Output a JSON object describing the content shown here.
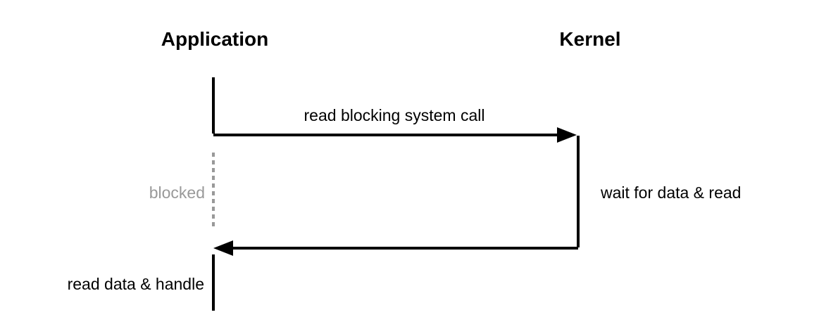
{
  "actors": {
    "application": "Application",
    "kernel": "Kernel"
  },
  "messages": {
    "request": "read blocking system call"
  },
  "states": {
    "blocked": "blocked",
    "kernel_work": "wait for data & read",
    "app_handle": "read data & handle"
  },
  "colors": {
    "line": "#000000",
    "blocked": "#999999",
    "text": "#000000"
  }
}
